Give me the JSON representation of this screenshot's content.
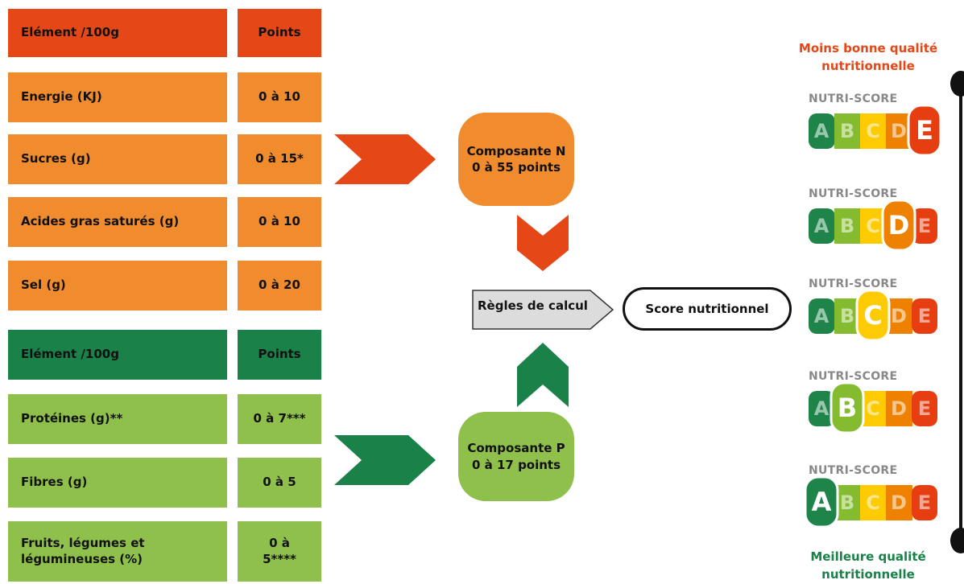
{
  "negative_table": {
    "header": {
      "element": "Elément /100g",
      "points": "Points"
    },
    "rows": [
      {
        "element": "Energie (KJ)",
        "points": "0 à 10"
      },
      {
        "element": "Sucres (g)",
        "points": "0 à 15*"
      },
      {
        "element": "Acides gras saturés (g)",
        "points": "0 à 10"
      },
      {
        "element": "Sel (g)",
        "points": "0 à 20"
      }
    ]
  },
  "positive_table": {
    "header": {
      "element": "Elément /100g",
      "points": "Points"
    },
    "rows": [
      {
        "element": "Protéines (g)**",
        "points": "0 à 7***"
      },
      {
        "element": "Fibres (g)",
        "points": "0 à 5"
      },
      {
        "element": "Fruits, légumes et",
        "element_line2": "légumineuses (%)",
        "points": "0 à",
        "points_line2": "5****"
      }
    ]
  },
  "composante_n": {
    "line1": "Composante N",
    "line2": "0 à 55 points"
  },
  "composante_p": {
    "line1": "Composante P",
    "line2": "0 à 17 points"
  },
  "regles": "Règles de calcul",
  "score": "Score nutritionnel",
  "nutriscore": {
    "title": "NUTRI-SCORE",
    "letters": [
      "A",
      "B",
      "C",
      "D",
      "E"
    ],
    "colors": [
      "#1e8449",
      "#85bb2f",
      "#fecb02",
      "#ee8100",
      "#e63e11"
    ],
    "badges": [
      {
        "selected": "E"
      },
      {
        "selected": "D"
      },
      {
        "selected": "C"
      },
      {
        "selected": "B"
      },
      {
        "selected": "A"
      }
    ]
  },
  "quality_top": {
    "line1": "Moins bonne qualité",
    "line2": "nutritionnelle"
  },
  "quality_bottom": {
    "line1": "Meilleure qualité",
    "line2": "nutritionnelle"
  },
  "colors": {
    "negative_header": "#e54716",
    "negative_row": "#f08b2e",
    "positive_header": "#1a8149",
    "positive_row": "#8fc04b"
  }
}
